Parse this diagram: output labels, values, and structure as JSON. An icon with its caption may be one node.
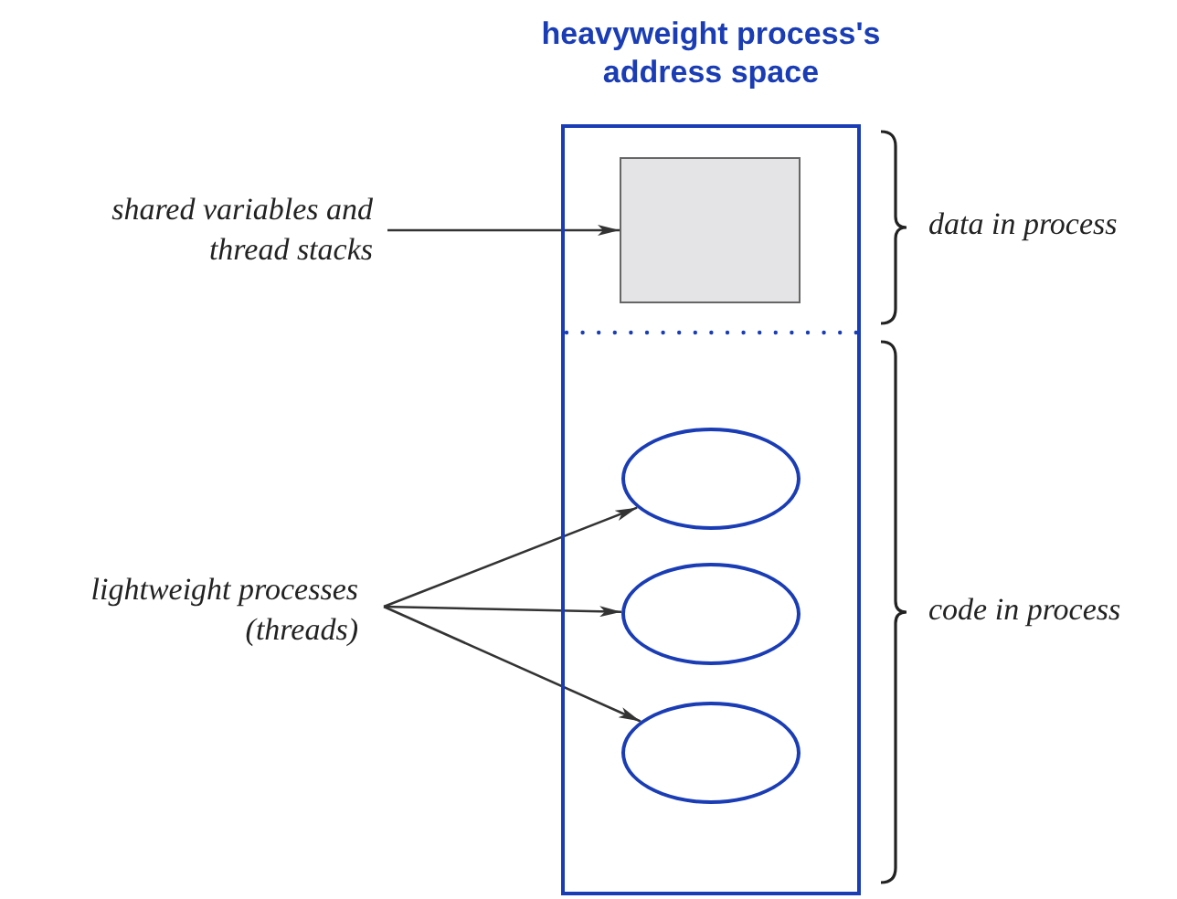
{
  "diagram": {
    "nodes": [
      {
        "text": [
          "heavyweight process's address space"
        ]
      },
      {
        "text": [],
        "shape": "box",
        "in": 0
      },
      {
        "text": [],
        "shape": "ellipse",
        "in": 0
      },
      {
        "text": [],
        "shape": "ellipse",
        "in": 0
      },
      {
        "text": [],
        "shape": "ellipse",
        "in": 0
      },
      {
        "text": [
          "shared variables and thread stacks"
        ]
      },
      {
        "text": [
          "lightweight processes (threads)"
        ]
      }
    ],
    "edges": [
      {
        "from": 5,
        "to": 1,
        "arrow": "to"
      },
      {
        "from": 6,
        "to": 2,
        "arrow": "to"
      },
      {
        "from": 6,
        "to": 3,
        "arrow": "to"
      },
      {
        "from": 6,
        "to": 4,
        "arrow": "to"
      }
    ],
    "labels": [
      "data in process",
      "code in process"
    ]
  }
}
